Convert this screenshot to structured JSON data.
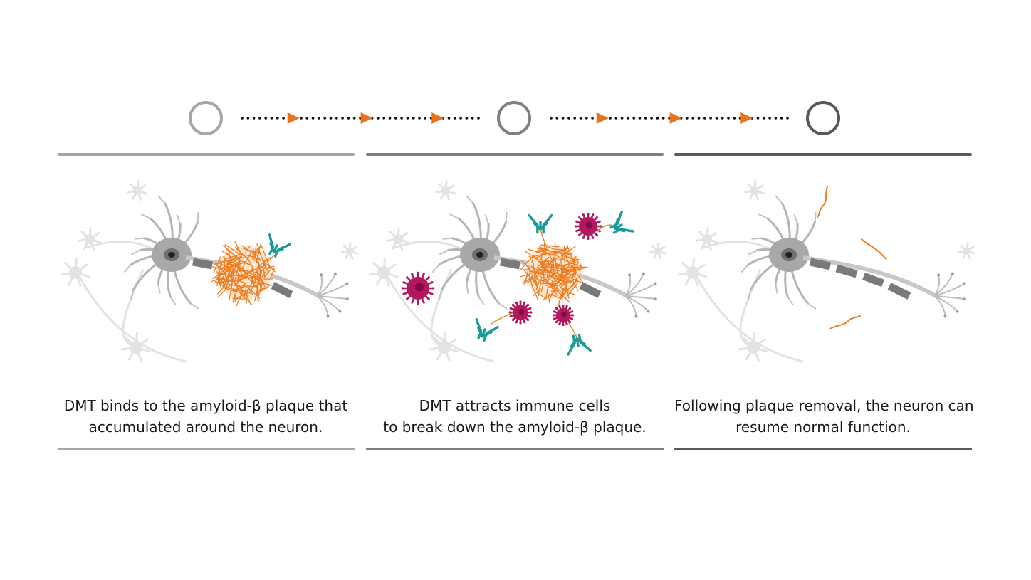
{
  "panels": [
    {
      "id": "step-1",
      "scene": "antibody-binds-plaque",
      "caption": [
        "DMT binds to the amyloid-β plaque that",
        "accumulated around the neuron."
      ],
      "circle_color": "#a6a6a6",
      "rule_color": "#a6a6a6"
    },
    {
      "id": "step-2",
      "scene": "immune-cells-clear-plaque",
      "caption": [
        "DMT attracts immune cells",
        "to break down the amyloid-β plaque."
      ],
      "circle_color": "#808080",
      "rule_color": "#7f7f7f"
    },
    {
      "id": "step-3",
      "scene": "plaque-removed-neuron-restored",
      "caption": [
        "Following plaque removal, the neuron can",
        "resume normal function."
      ],
      "circle_color": "#595959",
      "rule_color": "#595959"
    }
  ],
  "colors": {
    "plaque": "#ee7d22",
    "antibody": "#1a9b97",
    "immune_cell": "#b3175f",
    "neuron": "#9a9a9a",
    "neuron_faint": "#e3e3e3",
    "axon_segment": "#7a7a7a",
    "arrow": "#e8731a",
    "dots": "#111111"
  },
  "icons": [
    "neuron-icon",
    "plaque-icon",
    "antibody-icon",
    "immune-cell-icon",
    "plaque-fragment-icon"
  ]
}
